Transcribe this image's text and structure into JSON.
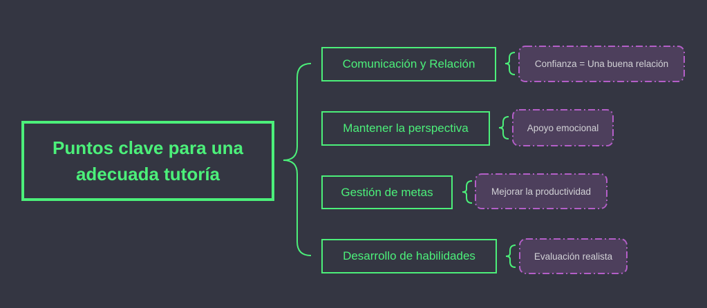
{
  "root": {
    "label": "Puntos clave para una adecuada tutoría"
  },
  "branches": [
    {
      "label": "Comunicación y Relación",
      "leaf": "Confianza = Una buena relación"
    },
    {
      "label": "Mantener la perspectiva",
      "leaf": "Apoyo emocional"
    },
    {
      "label": "Gestión de metas",
      "leaf": "Mejorar la productividad"
    },
    {
      "label": "Desarrollo de habilidades",
      "leaf": "Evaluación realista"
    }
  ],
  "colors": {
    "background": "#343642",
    "branch": "#4cf07a",
    "leaf_fill": "#4d3f5c",
    "leaf_stroke": "#b45fc8"
  }
}
